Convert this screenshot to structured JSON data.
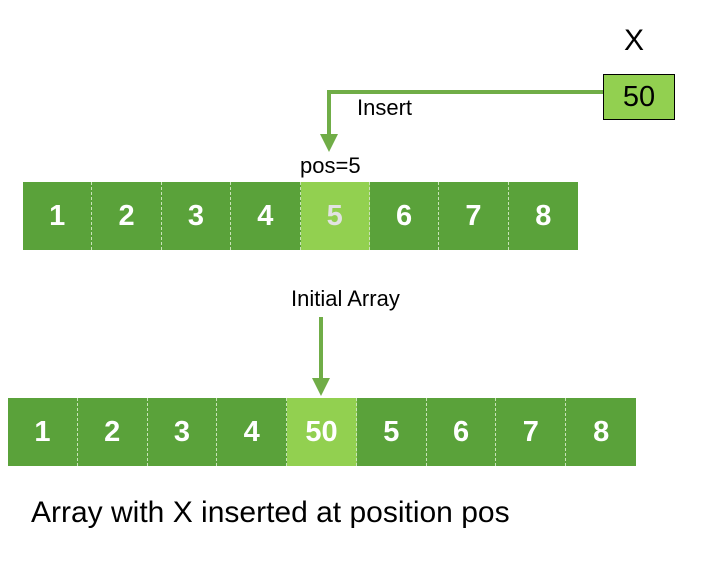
{
  "x_label": "X",
  "x_value": "50",
  "insert_label": "Insert",
  "pos_label": "pos=5",
  "initial_array": {
    "cells": [
      "1",
      "2",
      "3",
      "4",
      "5",
      "6",
      "7",
      "8"
    ],
    "highlight_index": 4
  },
  "initial_label": "Initial Array",
  "result_array": {
    "cells": [
      "1",
      "2",
      "3",
      "4",
      "50",
      "5",
      "6",
      "7",
      "8"
    ],
    "highlight_index": 4
  },
  "caption": "Array with X inserted at position pos",
  "colors": {
    "cell_green": "#5aa23a",
    "highlight_green": "#92d050",
    "arrow_green": "#70ad47"
  }
}
